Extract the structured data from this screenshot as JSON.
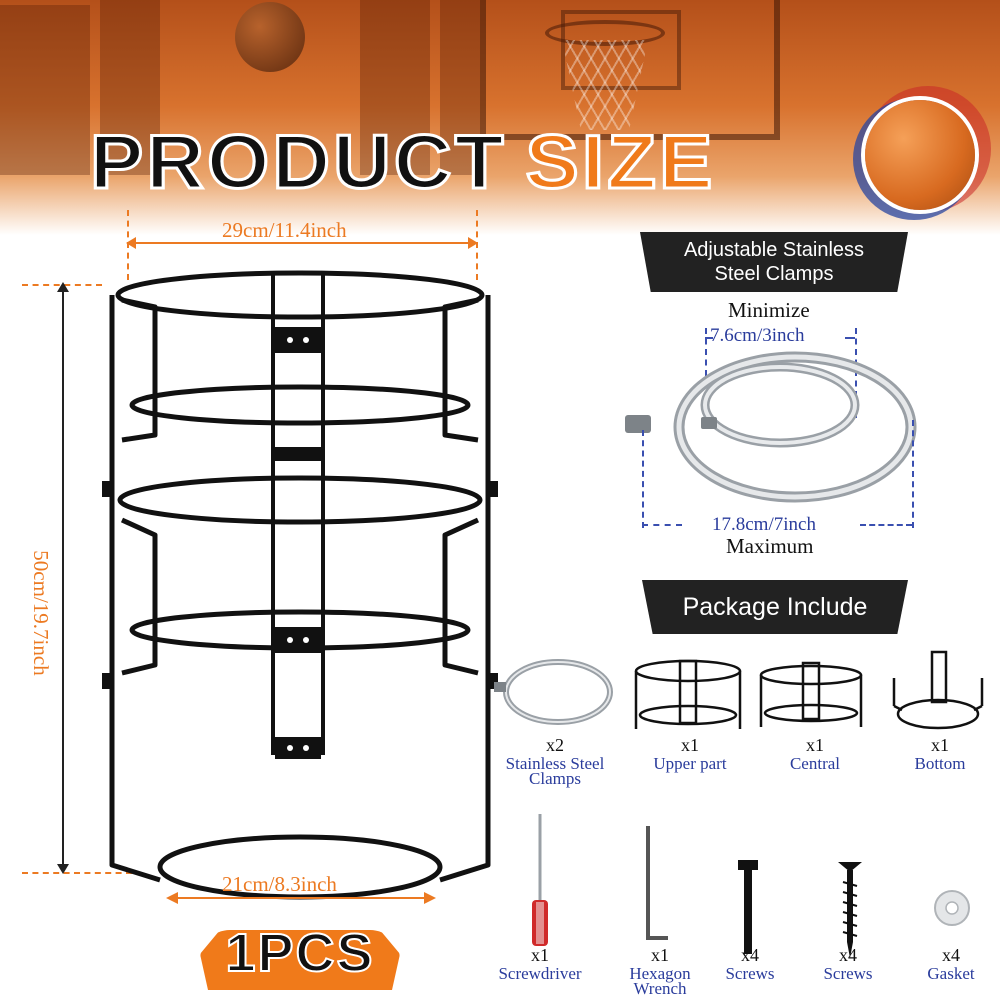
{
  "title": {
    "word1": "PRODUCT",
    "word2": "SIZE"
  },
  "dimensions": {
    "width_top": "29cm/11.4inch",
    "height": "50cm/19.7inch",
    "width_bottom": "21cm/8.3inch"
  },
  "clamps": {
    "banner": "Adjustable Stainless Steel Clamps",
    "minimize_label": "Minimize",
    "minimize_value": "7.6cm/3inch",
    "maximize_value": "17.8cm/7inch",
    "maximize_label": "Maximum"
  },
  "package": {
    "banner": "Package Include",
    "row1": [
      {
        "qty": "x2",
        "label": "Stainless Steel Clamps"
      },
      {
        "qty": "x1",
        "label": "Upper part"
      },
      {
        "qty": "x1",
        "label": "Central"
      },
      {
        "qty": "x1",
        "label": "Bottom"
      }
    ],
    "row2": [
      {
        "qty": "x1",
        "label": "Screwdriver"
      },
      {
        "qty": "x1",
        "label": "Hexagon Wrench"
      },
      {
        "qty": "x4",
        "label": "Screws"
      },
      {
        "qty": "x4",
        "label": "Screws"
      },
      {
        "qty": "x4",
        "label": "Gasket"
      }
    ]
  },
  "badge": "1PCS",
  "colors": {
    "accent": "#f07a1a",
    "dark": "#222222",
    "label_blue": "#2a3c9c"
  }
}
